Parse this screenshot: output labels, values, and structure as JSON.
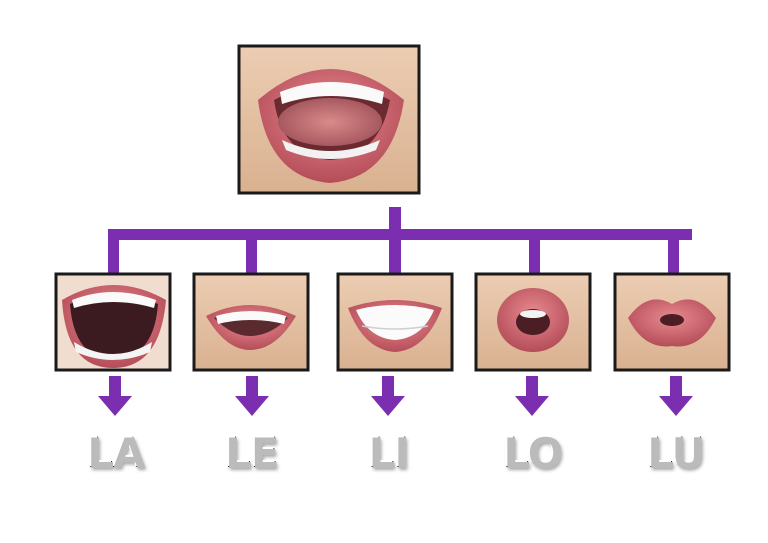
{
  "colors": {
    "connector": "#7b2fb0",
    "frame": "#1a1a1a",
    "lip": "#c9646c",
    "skin": "#e7c3a8"
  },
  "top_image": {
    "icon": "open-mouth-tongue-image"
  },
  "syllables": [
    {
      "label": "LA",
      "icon": "mouth-wide-open-image"
    },
    {
      "label": "LE",
      "icon": "mouth-wide-smile-image"
    },
    {
      "label": "LI",
      "icon": "mouth-teeth-smile-image"
    },
    {
      "label": "LO",
      "icon": "mouth-rounded-o-image"
    },
    {
      "label": "LU",
      "icon": "mouth-pursed-u-image"
    }
  ]
}
